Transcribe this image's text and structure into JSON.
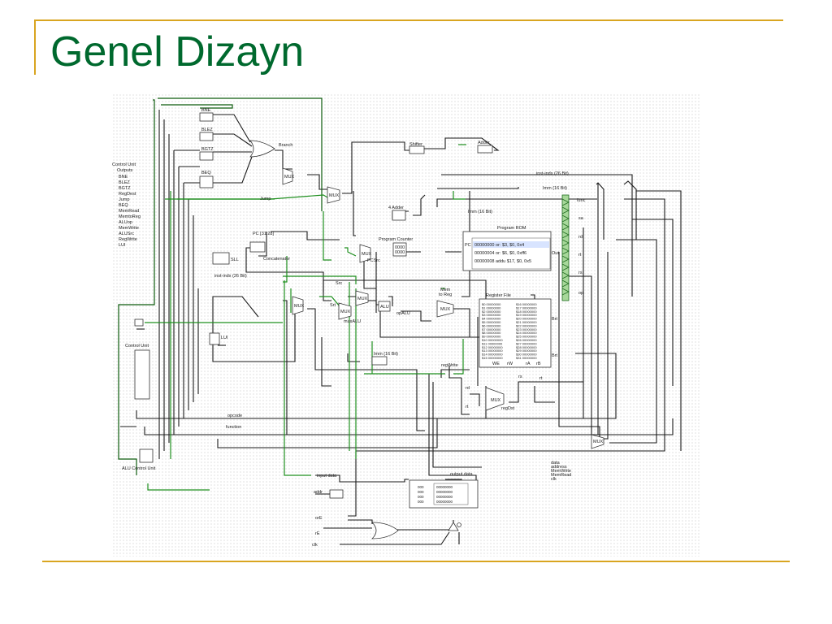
{
  "slide": {
    "title": "Genel Dizayn",
    "accent_color": "#d9a520",
    "title_color": "#00692e"
  },
  "diagram": {
    "gates": {
      "bne": "BNE",
      "blez": "BLEZ",
      "bgtz": "BGTZ",
      "beq": "BEQ",
      "branch": "Branch"
    },
    "control_outputs": {
      "header": "Control Unit\nOutputs",
      "items": [
        "BNE",
        "BLEZ",
        "BGTZ",
        "RegDest",
        "Jump",
        "BEQ",
        "MemRead",
        "MemtoReg",
        "ALUop",
        "MemWrite",
        "ALUSrc",
        "RegWrite",
        "LUI"
      ]
    },
    "labels": {
      "jump": "Jump",
      "shifter": "Shifter",
      "adder": "Adder",
      "inst_indx_26_top": "inst-indx (26 Bit)",
      "imm_16_top": "Imm (16 Bit)",
      "imm_16_rom": "Imm (16 Bit)",
      "four_adder": "4 Adder",
      "pc_31_28": "PC [31:28]",
      "sll": "SLL",
      "concatenator": "Concatenator",
      "program_counter": "Program Counter",
      "pcsrc": "PCSrc",
      "program_rom": "Program ROM",
      "pc": "PC",
      "out": "Out",
      "inst_indx_26_mid": "inst-indx (26 Bit)",
      "func": "func",
      "sa": "sa",
      "rd": "rd",
      "rt": "rt",
      "rs": "rs",
      "op": "op",
      "src": "Src",
      "mem_to_reg": "Mem\nto Reg",
      "register_file": "Register File",
      "alu": "ALU",
      "op_alu": "opALU",
      "mux_alu": "muxALU",
      "lui": "LUI",
      "control_unit": "Control Unit",
      "imm_16_low": "Imm (16 Bit)",
      "reg_write": "regWrite",
      "we": "WE",
      "rw": "rW",
      "ra": "rA",
      "rb": "rB",
      "rf_rs": "rs",
      "rf_rt": "rt",
      "reg_dst": "regDst",
      "opcode": "opcode",
      "function": "function",
      "alu_control_unit": "ALU Control Unit",
      "input_data": "input data",
      "output_data": "output data",
      "addr": "addr",
      "ore": "orE",
      "re": "rE",
      "clk": "clk",
      "mem_legend": [
        "data",
        "address",
        "MemWrite",
        "MemRead",
        "clk"
      ],
      "mux": "MUX",
      "rom_rows": [
        "00000000   or: $3, $0, 0x4",
        "00000004   or: $6, $0, 0xff6",
        "00000008   addu $17, $0, 0x5"
      ],
      "rf_rows_left": [
        "$0 00000000",
        "$1 00000000",
        "$2 00000000",
        "$3 00000000",
        "$4 00000000",
        "$5 00000000",
        "$6 00000000",
        "$7 00000000",
        "$8 00000000",
        "$9 00000000",
        "$10 00000000",
        "$11 00000000",
        "$12 00000000",
        "$13 00000000",
        "$14 00000000",
        "$15 00000000"
      ],
      "rf_rows_right": [
        "$16 00000000",
        "$17 00000000",
        "$18 00000000",
        "$19 00000000",
        "$20 00000000",
        "$21 00000000",
        "$22 00000000",
        "$23 00000000",
        "$24 00000000",
        "$25 00000000",
        "$26 00000000",
        "$27 00000000",
        "$28 00000000",
        "$29 00000000",
        "$30 00000000",
        "$31 00000000"
      ],
      "pc_value": "0000\n0000"
    }
  }
}
